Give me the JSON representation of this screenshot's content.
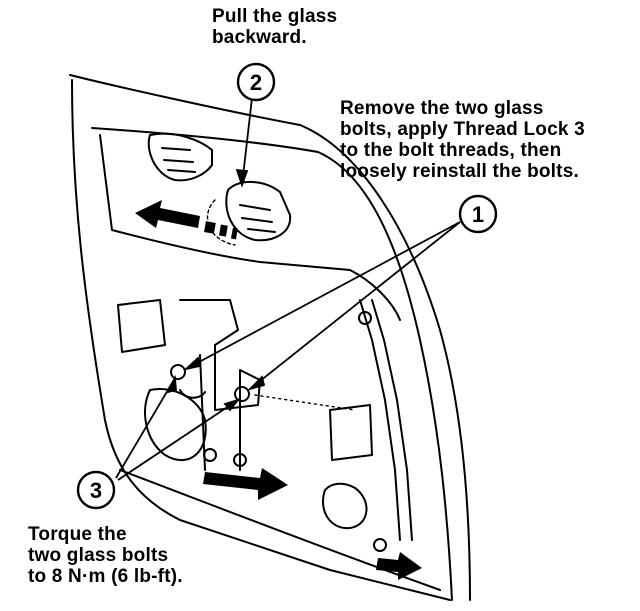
{
  "notes": {
    "pull": "Pull the glass\nbackward.",
    "remove": "Remove the two glass\nbolts, apply Thread Lock 3\nto the bolt threads, then\nloosely reinstall the bolts.",
    "torque": "Torque the\ntwo glass bolts\nto 8 N·m (6 lb-ft)."
  },
  "callouts": {
    "c1": "1",
    "c2": "2",
    "c3": "3"
  },
  "colors": {
    "ink": "#000000",
    "paper": "#ffffff"
  }
}
